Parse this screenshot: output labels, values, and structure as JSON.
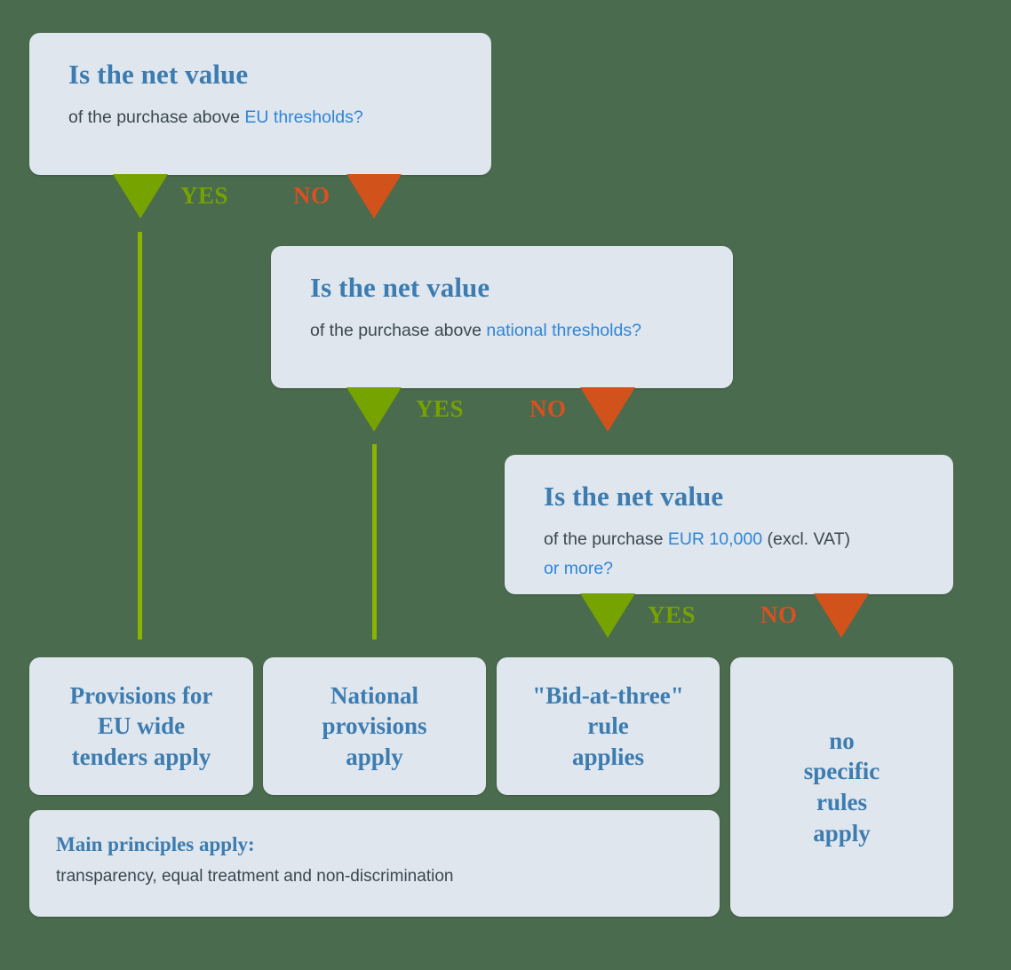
{
  "diagram": {
    "title": "Public procurement threshold decision tree",
    "background_color": "#4a6b4e",
    "card_color": "#dfe6ee",
    "accent_blue": "#3c7cb0",
    "link_blue": "#2e86d8",
    "yes_color": "#76a300",
    "no_color": "#d2521c"
  },
  "questions": [
    {
      "id": "q-eu-threshold",
      "heading": "Is the net value",
      "body_prefix": "of the purchase above ",
      "body_highlight": "EU thresholds?",
      "body_suffix": "",
      "line2": ""
    },
    {
      "id": "q-national-threshold",
      "heading": "Is the net value",
      "body_prefix": "of the purchase above ",
      "body_highlight": "national thresholds?",
      "body_suffix": "",
      "line2": ""
    },
    {
      "id": "q-eur-10000",
      "heading": "Is the net value",
      "body_prefix": "of the purchase ",
      "body_highlight": "EUR 10,000",
      "body_suffix": " (excl. VAT)",
      "line2": "or more?"
    }
  ],
  "branch_labels": {
    "yes": "YES",
    "no": "NO"
  },
  "branches": [
    {
      "from": "q-eu-threshold",
      "yes_label": "YES",
      "no_label": "NO"
    },
    {
      "from": "q-national-threshold",
      "yes_label": "YES",
      "no_label": "NO"
    },
    {
      "from": "q-eur-10000",
      "yes_label": "YES",
      "no_label": "NO"
    }
  ],
  "results": [
    {
      "id": "result-eu-wide",
      "text": "Provisions for\nEU wide\ntenders apply"
    },
    {
      "id": "result-national",
      "text": "National\nprovisions\napply"
    },
    {
      "id": "result-bid-at-three",
      "text": "\"Bid-at-three\"\nrule\napplies"
    },
    {
      "id": "result-no-rules",
      "text": "no\nspecific\nrules\napply"
    }
  ],
  "principles": {
    "heading": "Main principles apply:",
    "body": "transparency, equal treatment and non-discrimination"
  }
}
